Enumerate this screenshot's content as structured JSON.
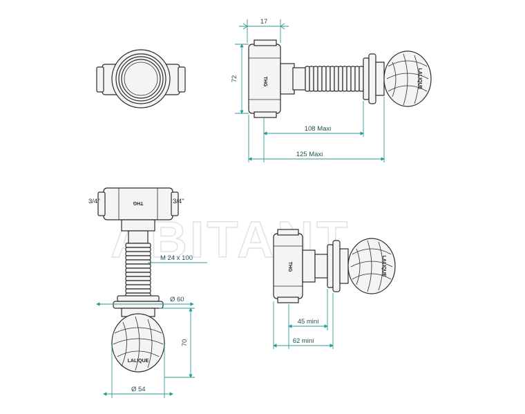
{
  "dimensions": {
    "top_width": "17",
    "side_height": "72",
    "max_108": "108  Maxi",
    "max_125": "125  Maxi",
    "thread_left": "3/4\"",
    "thread_right": "3/4\"",
    "rod_thread": "M  24  x 100",
    "flange_diameter": "Ø 60",
    "knob_height": "70",
    "knob_diameter": "Ø 54",
    "min_45": "45  mini",
    "min_62": "62  mini"
  },
  "markings": {
    "body_logo": "THG",
    "knob_logo": "LALIQUE"
  },
  "watermark": "ABITANT",
  "colors": {
    "dimension_line": "#2a9a95",
    "outline": "#2a2a2a"
  }
}
